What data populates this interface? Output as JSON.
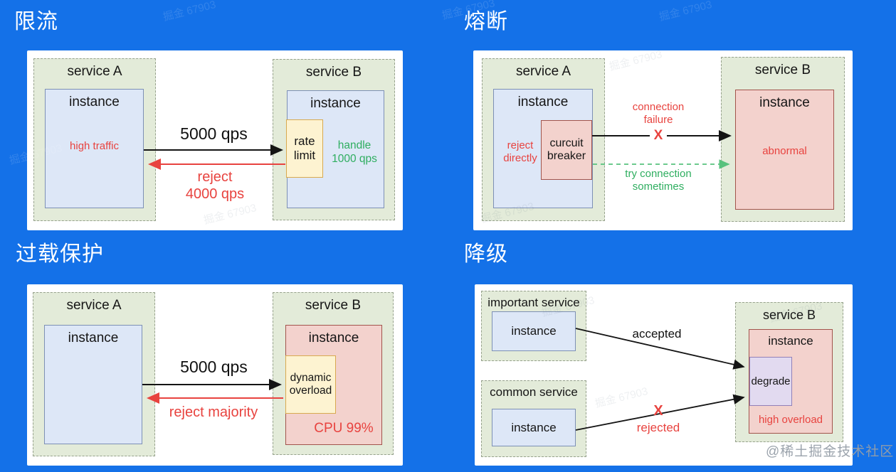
{
  "colors": {
    "background": "#1471e8",
    "panel": "#ffffff",
    "service_fill": "#e3ebd9",
    "instance_blue": "#dde7f7",
    "instance_red": "#f3d2cd",
    "gate_yellow": "#fdf3d1",
    "gate_purple": "#e2daf0",
    "text_red": "#e8433f",
    "text_green": "#2fae60",
    "arrow_green": "#57c27d"
  },
  "titles": {
    "rate_limit": "限流",
    "circuit_break": "熔断",
    "overload": "过载保护",
    "degrade": "降级"
  },
  "rate_limit": {
    "service_a": "service A",
    "instance_a": "instance",
    "note_a": "high traffic",
    "service_b": "service B",
    "instance_b": "instance",
    "gate": "rate\nlimit",
    "note_b": "handle\n1000 qps",
    "forward": "5000 qps",
    "reject": "reject\n4000 qps"
  },
  "circuit_break": {
    "service_a": "service A",
    "instance_a": "instance",
    "note_a": "reject\ndirectly",
    "breaker": "curcuit\nbreaker",
    "service_b": "service B",
    "instance_b": "instance",
    "note_b": "abnormal",
    "fail": "connection\nfailure",
    "fail_x": "X",
    "retry": "try connection\nsometimes"
  },
  "overload": {
    "service_a": "service A",
    "instance_a": "instance",
    "service_b": "service B",
    "instance_b": "instance",
    "gate": "dynamic\noverload",
    "cpu": "CPU 99%",
    "forward": "5000 qps",
    "reject": "reject majority"
  },
  "degrade": {
    "important": "important service",
    "instance_1": "instance",
    "common": "common service",
    "instance_2": "instance",
    "service_b": "service B",
    "instance_b": "instance",
    "gate": "degrade",
    "note_b": "high overload",
    "accepted": "accepted",
    "reject_x": "X",
    "rejected": "rejected"
  },
  "watermark": {
    "main": "@稀土掘金技术社区",
    "ghost": "掘金 67903"
  }
}
